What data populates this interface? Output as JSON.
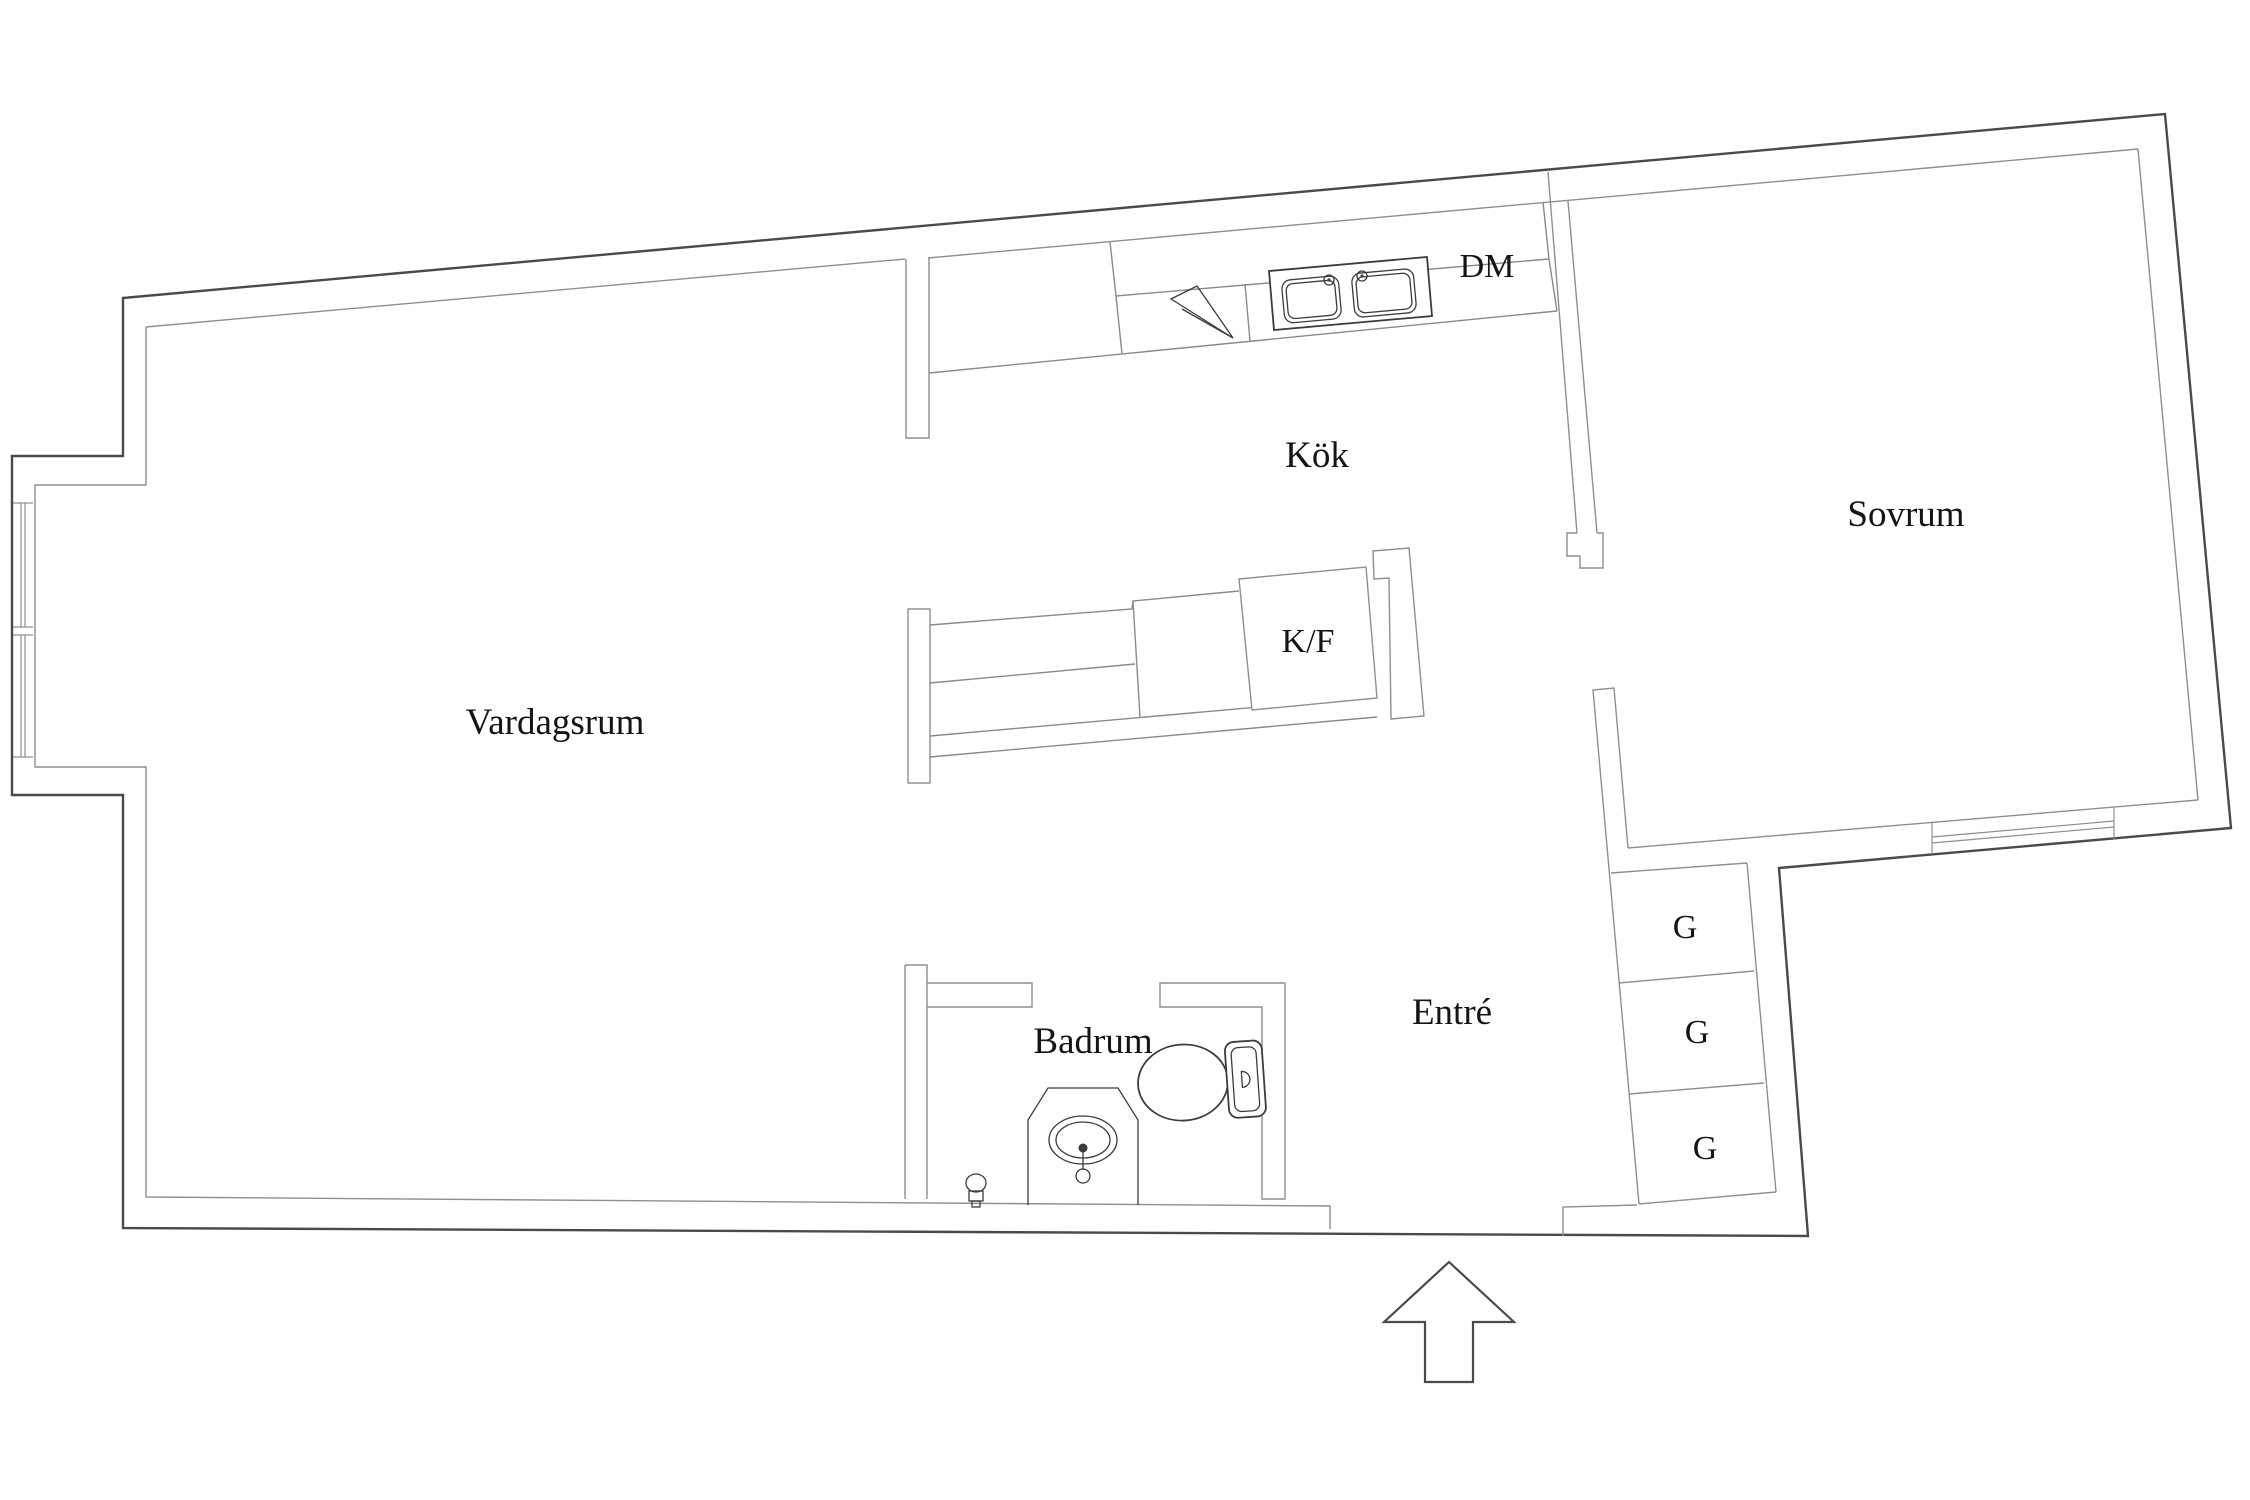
{
  "document": {
    "type": "apartment floor plan drawing",
    "language": "Swedish"
  },
  "rooms": {
    "vardagsrum": {
      "label": "Vardagsrum"
    },
    "kok": {
      "label": "Kök"
    },
    "sovrum": {
      "label": "Sovrum"
    },
    "badrum": {
      "label": "Badrum"
    },
    "entre": {
      "label": "Entré"
    }
  },
  "appliances": {
    "dishwasher": {
      "label": "DM"
    },
    "fridge_freezer": {
      "label": "K/F"
    },
    "wardrobes": [
      {
        "label": "G"
      },
      {
        "label": "G"
      },
      {
        "label": "G"
      }
    ]
  },
  "icons": [
    "entry-arrow-icon",
    "kitchen-sink-icon",
    "drainer-icon",
    "toilet-icon",
    "washbasin-icon",
    "shower-tap-icon",
    "window-icon"
  ],
  "colors": {
    "background": "#ffffff",
    "wall_outer": "#4a4a4a",
    "wall_inner": "#8f8f8f",
    "fixture": "#3c3c3c",
    "label": "#141414"
  }
}
